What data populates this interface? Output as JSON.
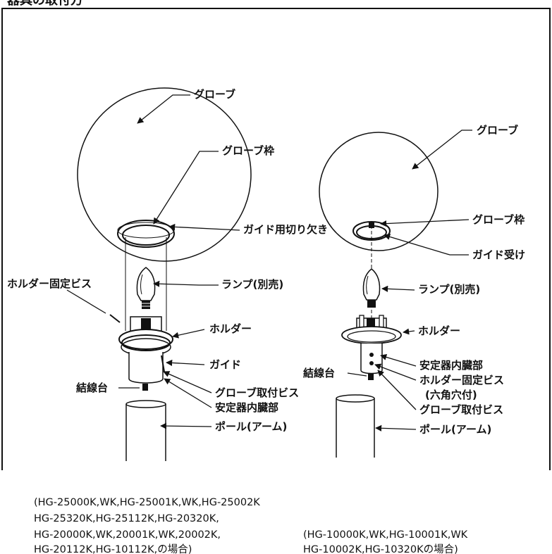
{
  "header": {
    "title": "器具の取付方"
  },
  "left_figure": {
    "labels": {
      "globe": "グローブ",
      "globe_frame": "グローブ枠",
      "guide_notch": "ガイド用切り欠き",
      "lamp": "ランプ(別売)",
      "holder_screw": "ホルダー固定ビス",
      "holder": "ホルダー",
      "guide": "ガイド",
      "terminal_block": "結線台",
      "globe_screw": "グローブ取付ビス",
      "ballast": "安定器内臓部",
      "pole": "ポール(アーム)"
    },
    "caption": [
      "(HG-25000K,WK,HG-25001K,WK,HG-25002K",
      " HG-25320K,HG-25112K,HG-20320K,",
      " HG-20000K,WK,20001K,WK,20002K,",
      " HG-20112K,HG-10112K,の場合)"
    ]
  },
  "right_figure": {
    "labels": {
      "globe": "グローブ",
      "globe_frame": "グローブ枠",
      "guide_receiver": "ガイド受け",
      "lamp": "ランプ(別売)",
      "holder": "ホルダー",
      "terminal_block": "結線台",
      "ballast": "安定器内臓部",
      "holder_screw": "ホルダー固定ビス",
      "holder_screw_note": "(六角穴付)",
      "globe_screw": "グローブ取付ビス",
      "pole": "ポール(アーム)"
    },
    "caption": [
      "(HG-10000K,WK,HG-10001K,WK",
      " HG-10002K,HG-10320Kの場合)"
    ]
  }
}
